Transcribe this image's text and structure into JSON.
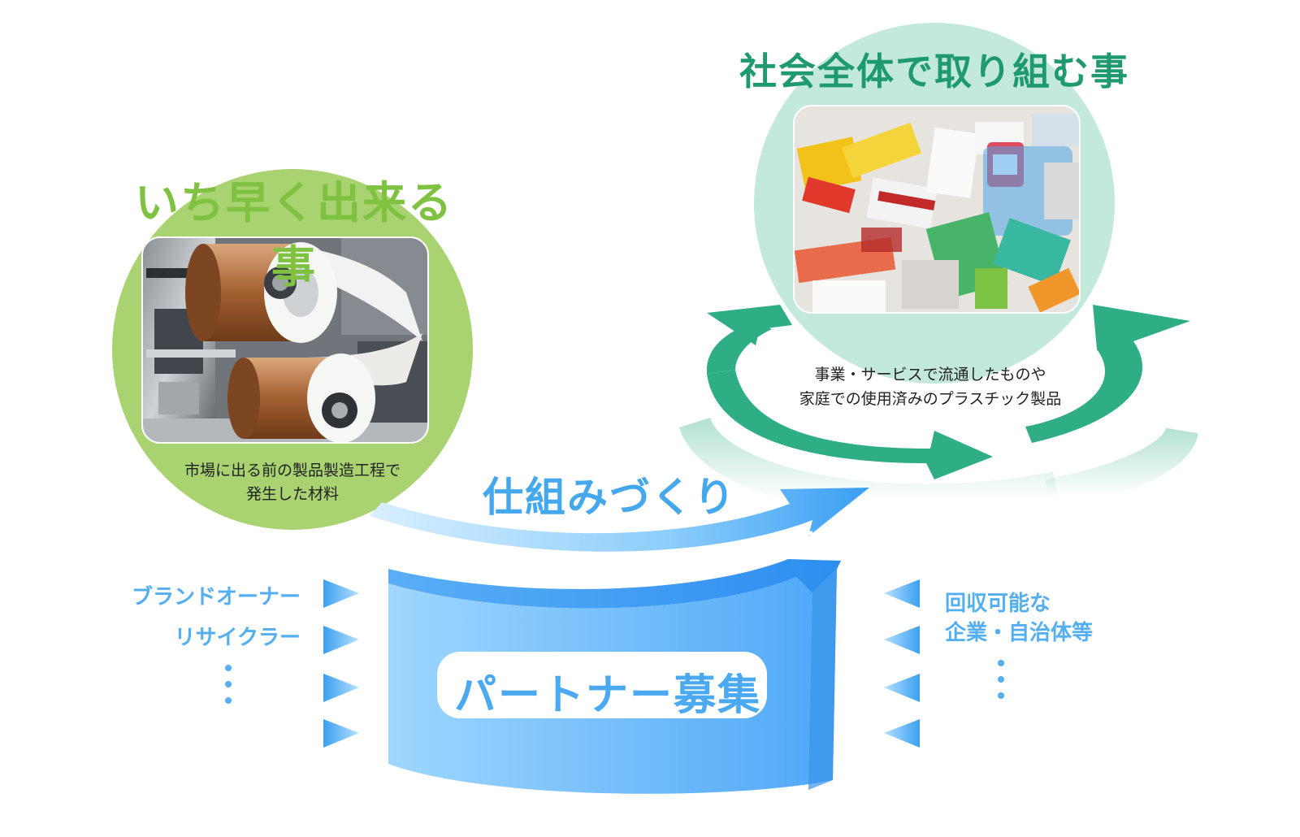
{
  "left_circle": {
    "title": "いち早く出来る事",
    "caption_line1": "市場に出る前の製品製造工程で",
    "caption_line2": "発生した材料",
    "color": "#a9d270",
    "photo_icon": "film-roll-machine-photo"
  },
  "right_circle": {
    "title": "社会全体で取り組む事",
    "caption_line1": "事業・サービスで流通したものや",
    "caption_line2": "家庭での使用済みのプラスチック製品",
    "color": "#c3e9dc",
    "photo_icon": "plastic-waste-photo"
  },
  "flow_arrow": {
    "label": "仕組みづくり",
    "color": "#5fb3f5"
  },
  "banner": {
    "label": "パートナー募集",
    "color": "#5aa9f7"
  },
  "left_labels": {
    "line1": "ブランドオーナー",
    "line2": "リサイクラー",
    "ellipsis": "・\n・\n・"
  },
  "right_labels": {
    "line1": "回収可能な",
    "line2": "企業・自治体等",
    "ellipsis": "・\n・\n・"
  },
  "colors": {
    "cycle_green": "#2fae86",
    "arrow_blue": "#4ea8f2",
    "chevron_blue": "#5fb6f5"
  }
}
